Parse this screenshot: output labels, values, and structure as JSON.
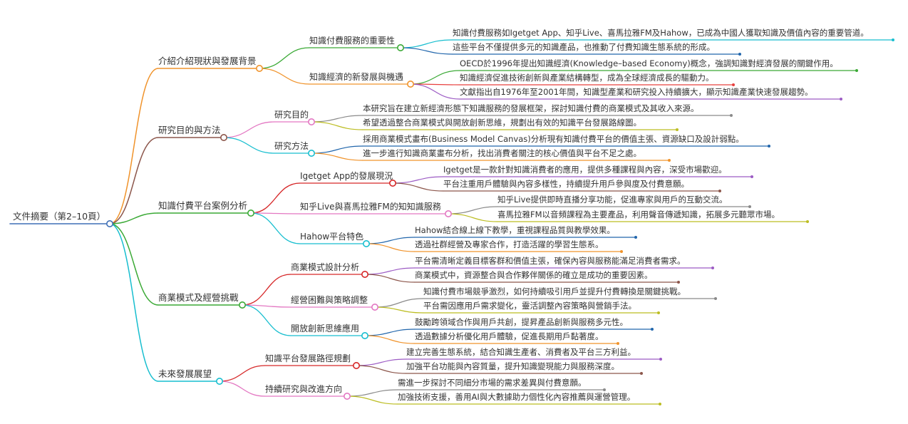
{
  "root": {
    "label": "文件摘要（第2–10頁）",
    "color": "#3f6fb6"
  },
  "branches": [
    {
      "label": "介紹介紹現狀與發展背景",
      "color": "#f0932b",
      "children": [
        {
          "label": "知識付費服務的重要性",
          "color": "#3aa935",
          "children": [
            {
              "label": "知識付費服務如Igetget App、知乎Live、喜馬拉雅FM及Hahow，已成為中國人獲取知識及價值內容的重要管道。",
              "color": "#17becf"
            },
            {
              "label": "這些平台不僅提供多元的知識產品，也推動了付費知識生態系統的形成。",
              "color": "#2166ac"
            }
          ]
        },
        {
          "label": "知識經濟的新發展與機遇",
          "color": "#f0932b",
          "children": [
            {
              "label": "OECD於1996年提出知識經濟(Knowledge–based Economy)概念，強調知識對經濟發展的關鍵作用。",
              "color": "#3aa935"
            },
            {
              "label": "知識經濟促進技術創新與產業結構轉型，成為全球經濟成長的驅動力。",
              "color": "#e8403f"
            },
            {
              "label": "文獻指出自1976年至2001年間，知識型產業和研究投入持續擴大，顯示知識產業快速發展趨勢。",
              "color": "#9c5bc4"
            }
          ]
        }
      ]
    },
    {
      "label": "研究目的與方法",
      "color": "#8c564b",
      "children": [
        {
          "label": "研究目的",
          "color": "#e377c2",
          "children": [
            {
              "label": "本研究旨在建立新經濟形態下知識服務的發展框架，探討知識付費的商業模式及其收入來源。",
              "color": "#8a8a8a"
            },
            {
              "label": "希望透過整合商業模式與開放創新思維，規劃出有效的知識平台發展路線圖。",
              "color": "#bcbd22"
            }
          ]
        },
        {
          "label": "研究方法",
          "color": "#17becf",
          "children": [
            {
              "label": "採用商業模式畫布(Business Model Canvas)分析現有知識付費平台的價值主張、資源缺口及設計弱點。",
              "color": "#2166ac"
            },
            {
              "label": "進一步進行知識商業畫布分析，找出消費者關注的核心價值與平台不足之處。",
              "color": "#f0932b"
            }
          ]
        }
      ]
    },
    {
      "label": "知識付費平台案例分析",
      "color": "#3aa935",
      "children": [
        {
          "label": "Igetget App的發展現況",
          "color": "#d62728",
          "children": [
            {
              "label": "Igetget是一款針對知識消費者的應用，提供多種課程與內容，深受市場歡迎。",
              "color": "#9c5bc4"
            },
            {
              "label": "平台注重用戶體驗與內容多樣性，持續提升用戶參與度及付費意願。",
              "color": "#8c564b"
            }
          ]
        },
        {
          "label": "知乎Live與喜馬拉雅FM的知知識服務",
          "color": "#e377c2",
          "children": [
            {
              "label": "知乎Live提供即時直播分享功能，促進專家與用戶的互動交流。",
              "color": "#8a8a8a"
            },
            {
              "label": "喜馬拉雅FM以音頻課程為主要產品，利用聲音傳遞知識，拓展多元聽眾市場。",
              "color": "#bcbd22"
            }
          ]
        },
        {
          "label": "Hahow平台特色",
          "color": "#17becf",
          "children": [
            {
              "label": "Hahow結合線上線下教學，重視課程品質與教學效果。",
              "color": "#2166ac"
            },
            {
              "label": "透過社群經營及專家合作，打造活躍的學習生態系。",
              "color": "#f0932b"
            }
          ]
        }
      ]
    },
    {
      "label": "商業模式及經營挑戰",
      "color": "#3aa935",
      "children": [
        {
          "label": "商業模式設計分析",
          "color": "#d62728",
          "children": [
            {
              "label": "平台需清晰定義目標客群和價值主張，確保內容與服務能滿足消費者需求。",
              "color": "#9c5bc4"
            },
            {
              "label": "商業模式中，資源整合與合作夥伴關係的確立是成功的重要因素。",
              "color": "#8c564b"
            }
          ]
        },
        {
          "label": "經營困難與策略調整",
          "color": "#e377c2",
          "children": [
            {
              "label": "知識付費市場競爭激烈，如何持續吸引用戶並提升付費轉換是關鍵挑戰。",
              "color": "#8a8a8a"
            },
            {
              "label": "平台需因應用戶需求變化，靈活調整內容策略與營銷手法。",
              "color": "#bcbd22"
            }
          ]
        },
        {
          "label": "開放創新思維應用",
          "color": "#17becf",
          "children": [
            {
              "label": "鼓勵跨領域合作與用戶共創，提昇產品創新與服務多元性。",
              "color": "#2166ac"
            },
            {
              "label": "透過數據分析優化用戶體驗，促進長期用戶黏著度。",
              "color": "#f0932b"
            }
          ]
        }
      ]
    },
    {
      "label": "未來發展展望",
      "color": "#17becf",
      "children": [
        {
          "label": "知識平台發展路徑規劃",
          "color": "#d62728",
          "children": [
            {
              "label": "建立完善生態系統，結合知識生產者、消費者及平台三方利益。",
              "color": "#9c5bc4"
            },
            {
              "label": "加強平台功能與內容質量，提升知識變現能力與服務深度。",
              "color": "#8c564b"
            }
          ]
        },
        {
          "label": "持續研究與改進方向",
          "color": "#e377c2",
          "children": [
            {
              "label": "需進一步探討不同細分市場的需求差異與付費意願。",
              "color": "#8a8a8a"
            },
            {
              "label": "加強技術支援，善用AI與大數據助力個性化內容推薦與運營管理。",
              "color": "#bcbd22"
            }
          ]
        }
      ]
    }
  ]
}
